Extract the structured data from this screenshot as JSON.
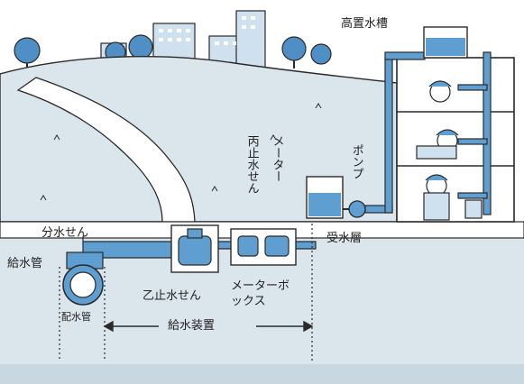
{
  "labels": {
    "elevated_tank": "高置水槽",
    "pump": "ポンプ",
    "meter": "メーター",
    "stop_valve_hei": "丙止水せん",
    "branch_valve": "分水せん",
    "supply_pipe": "給水管",
    "receiving_tank": "受水層",
    "distribution_pipe": "配水管",
    "stop_valve_otsu": "乙止水せん",
    "meter_box": "メーターボックス",
    "supply_device": "給水装置"
  },
  "colors": {
    "sky": "#ffffff",
    "ground": "#dbe6ec",
    "pipe": "#5f9ed0",
    "road": "#c9ddec",
    "line": "#2a2a2a",
    "tree": "#4f8fc6"
  }
}
